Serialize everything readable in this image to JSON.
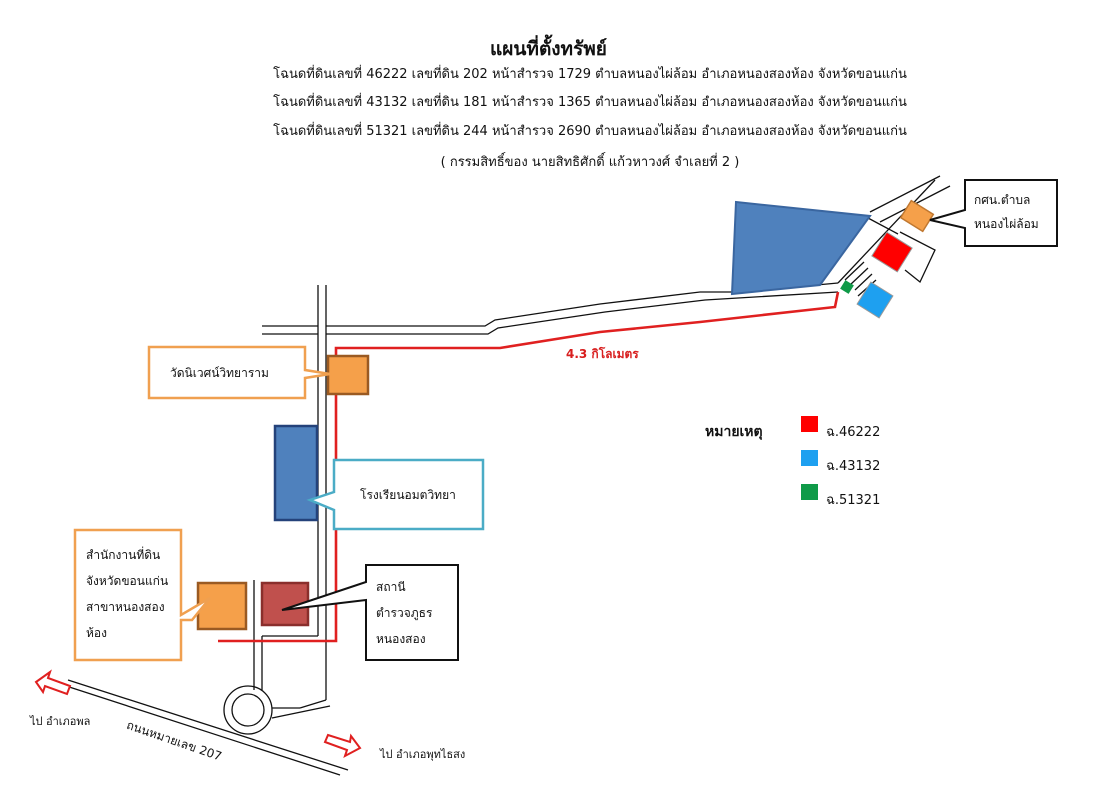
{
  "title": "แผนที่ตั้งทรัพย์",
  "deed_lines": [
    "โฉนดที่ดินเลขที่ 46222 เลขที่ดิน 202 หน้าสำรวจ 1729 ตำบลหนองไผ่ล้อม  อำเภอหนองสองห้อง  จังหวัดขอนแก่น",
    "โฉนดที่ดินเลขที่ 43132 เลขที่ดิน 181 หน้าสำรวจ 1365 ตำบลหนองไผ่ล้อม  อำเภอหนองสองห้อง  จังหวัดขอนแก่น",
    "โฉนดที่ดินเลขที่ 51321 เลขที่ดิน 244 หน้าสำรวจ 2690 ตำบลหนองไผ่ล้อม  อำเภอหนองสองห้อง  จังหวัดขอนแก่น"
  ],
  "ownership": "( กรรมสิทธิ์ของ นายสิทธิศักดิ์  แก้วหาวงศ์ จำเลยที่ 2 )",
  "landmarks": {
    "tambon_office_line1": "กศน.ตำบล",
    "tambon_office_line2": "หนองไผ่ล้อม",
    "temple": "วัดนิเวศน์วิทยาราม",
    "school": "โรงเรียนอมตวิทยา",
    "land_office_lines": [
      "สำนักงานที่ดิน",
      "จังหวัดขอนแก่น",
      "สาขาหนองสอง",
      "ห้อง"
    ],
    "police_lines": [
      "สถานี",
      "ตำรวจภูธร",
      "หนองสอง"
    ]
  },
  "distance_label": "4.3 กิโลเมตร",
  "road_label": "ถนนหมายเลข 207",
  "directions": {
    "west": "ไป อำเภอพล",
    "east": "ไป อำเภอพุทไธสง"
  },
  "legend": {
    "title": "หมายเหตุ",
    "items": [
      {
        "label": "ฉ.46222",
        "color": "#ff0000"
      },
      {
        "label": "ฉ.43132",
        "color": "#1ea0f0"
      },
      {
        "label": "ฉ.51321",
        "color": "#0f9a48"
      }
    ]
  },
  "colors": {
    "route": "#e02020",
    "orange": "#f5a04a",
    "blue_building": "#4f81bd",
    "police": "#c0504d",
    "school_callout_border": "#4bacc6",
    "orange_callout_border": "#f0a050"
  }
}
